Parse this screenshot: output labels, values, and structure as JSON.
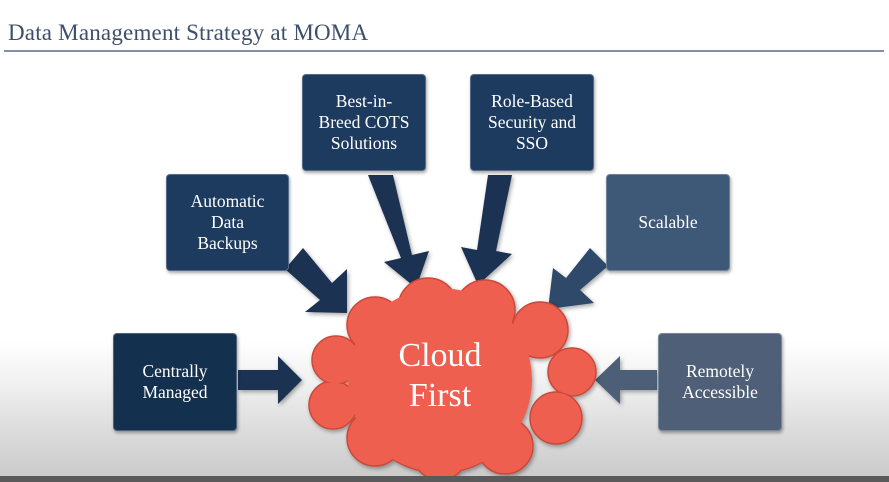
{
  "slide": {
    "title": "Data Management Strategy at MOMA"
  },
  "center": {
    "label": "Cloud\nFirst",
    "color": "#ee5f4f"
  },
  "boxes": {
    "automatic_backups": "Automatic\nData\nBackups",
    "best_in_breed": "Best-in-\nBreed COTS\nSolutions",
    "role_based": "Role-Based\nSecurity and\nSSO",
    "scalable": "Scalable",
    "centrally_managed": "Centrally\nManaged",
    "remotely_accessible": "Remotely\nAccessible"
  },
  "colors": {
    "navy": "#1d3a5f",
    "slate": "#3e5878",
    "gray": "#4e5f77",
    "title": "#3d4f6b"
  }
}
